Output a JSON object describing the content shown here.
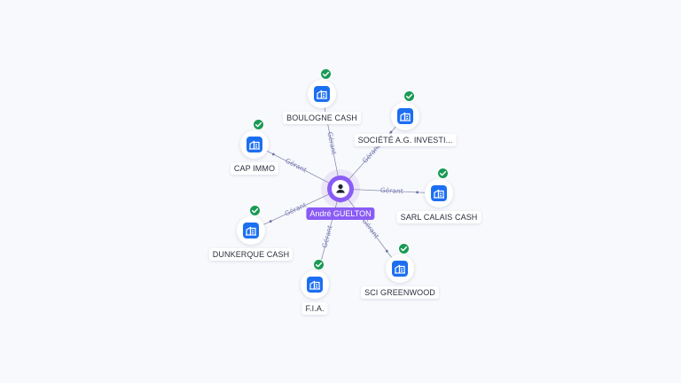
{
  "center": {
    "name": "André GUELTON",
    "icon": "person-icon"
  },
  "relation_label": "Gérant",
  "colors": {
    "accent": "#8a5cf5",
    "company": "#1d6ff2",
    "verified": "#1a9a55",
    "edge": "#8a8fb0"
  },
  "companies": [
    {
      "name": "BOULOGNE CASH",
      "verified": true
    },
    {
      "name": "SOCIÉTÉ A.G. INVESTI...",
      "verified": true
    },
    {
      "name": "CAP IMMO",
      "verified": true
    },
    {
      "name": "SARL CALAIS CASH",
      "verified": true
    },
    {
      "name": "DUNKERQUE CASH",
      "verified": true
    },
    {
      "name": "SCI GREENWOOD",
      "verified": true
    },
    {
      "name": "F.I.A.",
      "verified": true
    }
  ]
}
